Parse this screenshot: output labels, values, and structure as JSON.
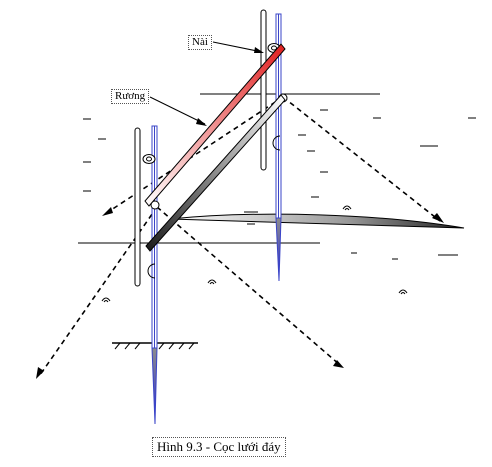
{
  "labels": {
    "nai": "Nài",
    "ruong": "Rương"
  },
  "caption": "Hình 9.3 - Cọc lưới đáy",
  "colors": {
    "pole": "#3a44c8",
    "nai_bar": "#e03030",
    "ruong_bar_dark": "#202020",
    "arrow": "#000000"
  }
}
